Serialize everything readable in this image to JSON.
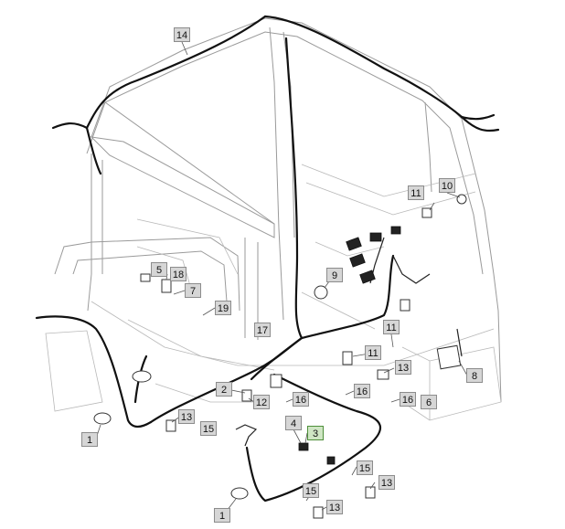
{
  "diagram": {
    "callouts": [
      {
        "id": "c14a",
        "label": "14"
      },
      {
        "id": "c10",
        "label": "10"
      },
      {
        "id": "c11a",
        "label": "11"
      },
      {
        "id": "c9",
        "label": "9"
      },
      {
        "id": "c5",
        "label": "5"
      },
      {
        "id": "c18",
        "label": "18"
      },
      {
        "id": "c7",
        "label": "7"
      },
      {
        "id": "c19",
        "label": "19"
      },
      {
        "id": "c11b",
        "label": "11"
      },
      {
        "id": "c17",
        "label": "17"
      },
      {
        "id": "c11c",
        "label": "11"
      },
      {
        "id": "c13a",
        "label": "13"
      },
      {
        "id": "c8",
        "label": "8"
      },
      {
        "id": "c2",
        "label": "2"
      },
      {
        "id": "c12",
        "label": "12"
      },
      {
        "id": "c16a",
        "label": "16"
      },
      {
        "id": "c16b",
        "label": "16"
      },
      {
        "id": "c16c",
        "label": "16"
      },
      {
        "id": "c6",
        "label": "6"
      },
      {
        "id": "c13b",
        "label": "13"
      },
      {
        "id": "c15a",
        "label": "15"
      },
      {
        "id": "c4",
        "label": "4"
      },
      {
        "id": "c3",
        "label": "3",
        "highlight": true
      },
      {
        "id": "c1a",
        "label": "1"
      },
      {
        "id": "c15b",
        "label": "15"
      },
      {
        "id": "c13c",
        "label": "13"
      },
      {
        "id": "c1b",
        "label": "1"
      },
      {
        "id": "c15c",
        "label": "15"
      },
      {
        "id": "c13d",
        "label": "13"
      }
    ]
  },
  "colors": {
    "highlight": "#cfe6c4",
    "callout": "#d6d6d6",
    "harness": "#111111",
    "frame": "#9a9a9a"
  }
}
